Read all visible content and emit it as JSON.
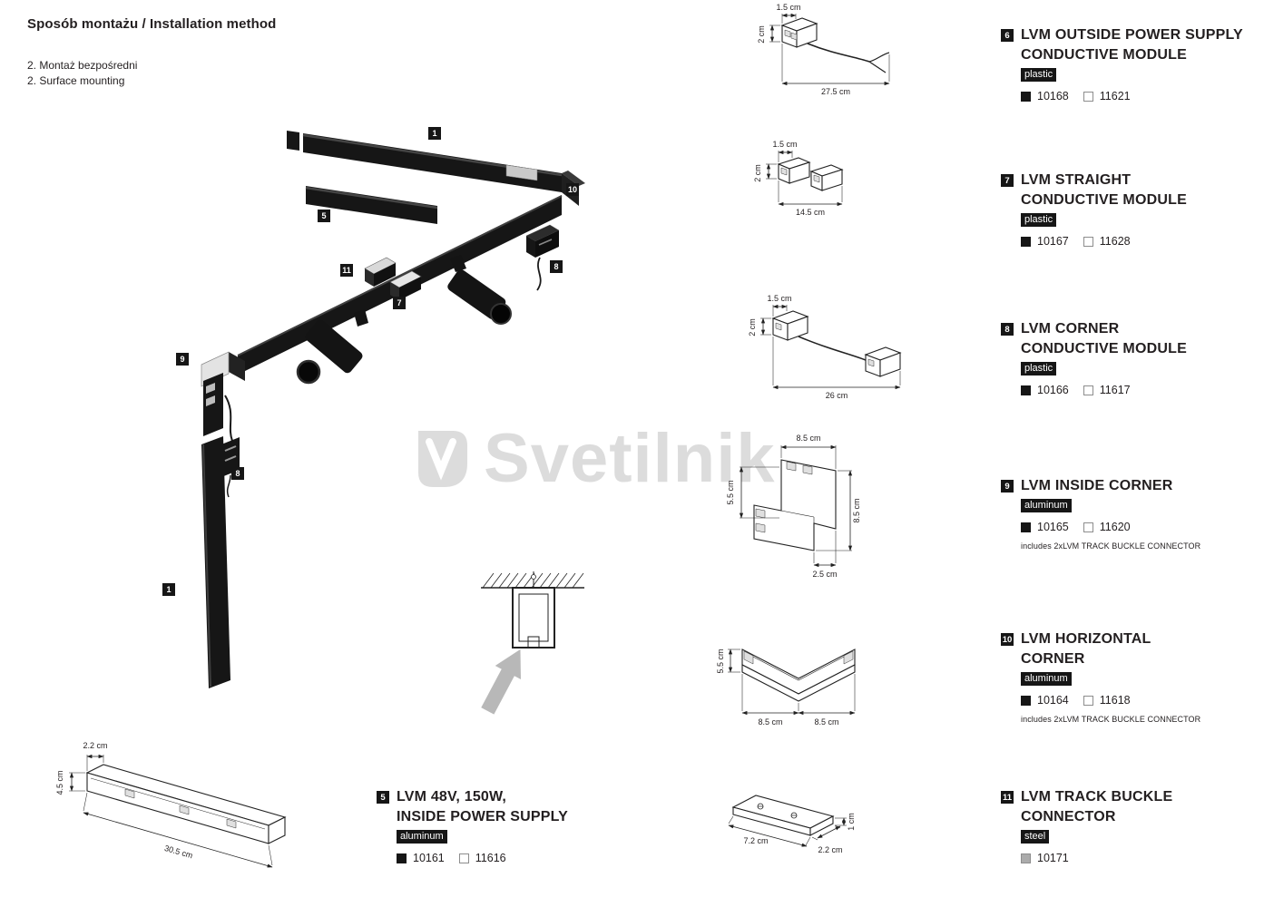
{
  "header": {
    "title": "Sposób montażu / Installation method",
    "line_pl": "2. Montaż bezpośredni",
    "line_en": "2. Surface mounting"
  },
  "watermark": {
    "text": "Svetilnik"
  },
  "colors": {
    "ink": "#231f20",
    "tag_bg": "#161616",
    "steel_swatch": "#ababab",
    "watermark": "#d4d4d4"
  },
  "callouts": {
    "top_track": "1",
    "horizontal_corner": "10",
    "power_supply": "5",
    "corner_module_right": "8",
    "buckle": "11",
    "straight_module": "7",
    "inside_corner": "9",
    "corner_module_left": "8",
    "vertical_track": "1"
  },
  "products": [
    {
      "num": "6",
      "lines": [
        "LVM OUTSIDE POWER SUPPLY",
        "CONDUCTIVE MODULE"
      ],
      "material": "plastic",
      "code1": "10168",
      "code2": "11621",
      "note": ""
    },
    {
      "num": "7",
      "lines": [
        "LVM STRAIGHT",
        "CONDUCTIVE MODULE"
      ],
      "material": "plastic",
      "code1": "10167",
      "code2": "11628",
      "note": ""
    },
    {
      "num": "8",
      "lines": [
        "LVM CORNER",
        "CONDUCTIVE MODULE"
      ],
      "material": "plastic",
      "code1": "10166",
      "code2": "11617",
      "note": ""
    },
    {
      "num": "9",
      "lines": [
        "LVM INSIDE CORNER"
      ],
      "material": "aluminum",
      "code1": "10165",
      "code2": "11620",
      "note": "includes 2xLVM TRACK BUCKLE CONNECTOR"
    },
    {
      "num": "10",
      "lines": [
        "LVM HORIZONTAL",
        "CORNER"
      ],
      "material": "aluminum",
      "code1": "10164",
      "code2": "11618",
      "note": "includes 2xLVM TRACK BUCKLE CONNECTOR"
    },
    {
      "num": "11",
      "lines": [
        "LVM TRACK BUCKLE",
        "CONNECTOR"
      ],
      "material": "steel",
      "code1": "10171",
      "code2": "",
      "note": ""
    }
  ],
  "product5": {
    "num": "5",
    "lines": [
      "LVM 48V, 150W,",
      "INSIDE POWER SUPPLY"
    ],
    "material": "aluminum",
    "code1": "10161",
    "code2": "11616"
  },
  "dims": {
    "outside_module": {
      "h1": "1.5 cm",
      "h2": "2 cm",
      "len": "27.5 cm"
    },
    "straight_module": {
      "h1": "1.5 cm",
      "h2": "2 cm",
      "len": "14.5 cm"
    },
    "corner_module": {
      "h1": "1.5 cm",
      "h2": "2 cm",
      "len": "26 cm"
    },
    "inside_corner": {
      "top": "8.5 cm",
      "left": "5.5 cm",
      "right": "8.5 cm",
      "bottom": "2.5 cm"
    },
    "horizontal_corner": {
      "left": "5.5 cm",
      "bottom_left": "8.5 cm",
      "bottom_right": "8.5 cm"
    },
    "buckle": {
      "len": "7.2 cm",
      "depth": "2.2 cm",
      "height": "1 cm"
    },
    "power_supply": {
      "width": "2.2 cm",
      "height": "4.5 cm",
      "length": "30.5 cm"
    }
  }
}
